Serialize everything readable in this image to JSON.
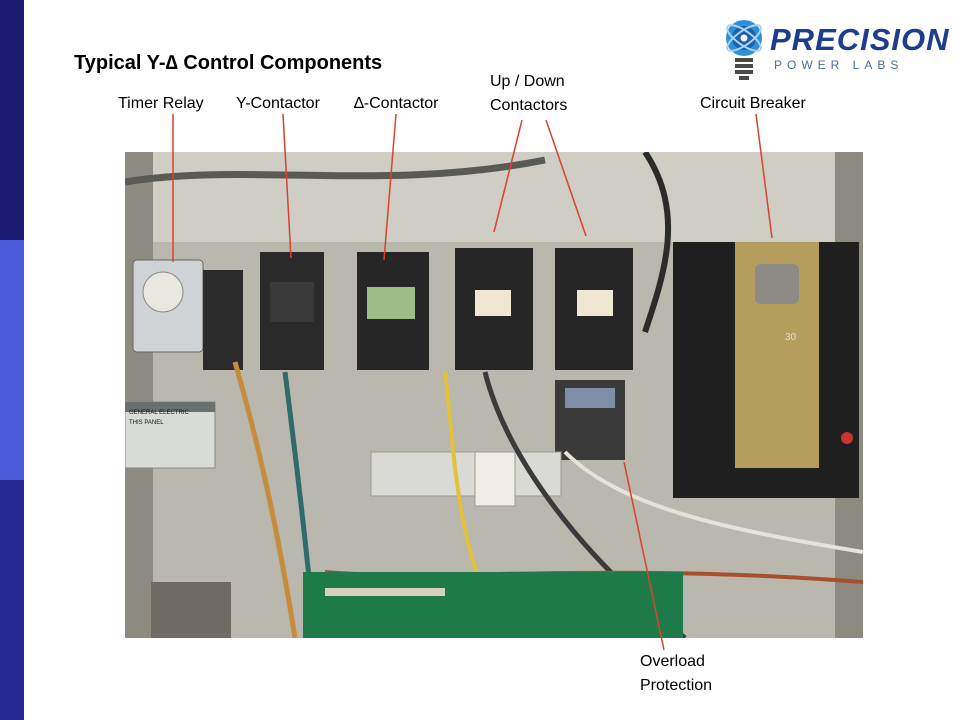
{
  "sidebar": {
    "colors": [
      "#1a1a6e",
      "#4a5ad8",
      "#22288f"
    ]
  },
  "slide": {
    "title": "Typical Y-∆ Control Components"
  },
  "logo": {
    "line1": "PRECISION",
    "line2": "POWER LABS"
  },
  "labels": {
    "timer_relay": "Timer Relay",
    "y_contactor": "Y-Contactor",
    "delta_contactor": "∆-Contactor",
    "up_down_line1": "Up / Down",
    "up_down_line2": "Contactors",
    "circuit_breaker": "Circuit Breaker",
    "overload_line1": "Overload",
    "overload_line2": "Protection"
  },
  "photo": {
    "panel_label_line1": "GENERAL ELECTRIC",
    "panel_label_line2": "THIS PANEL",
    "breaker_rating": "30"
  },
  "colors": {
    "leader_line": "#d9432b",
    "logo_blue": "#1e3d8f",
    "logo_grey": "#4f6e98"
  }
}
